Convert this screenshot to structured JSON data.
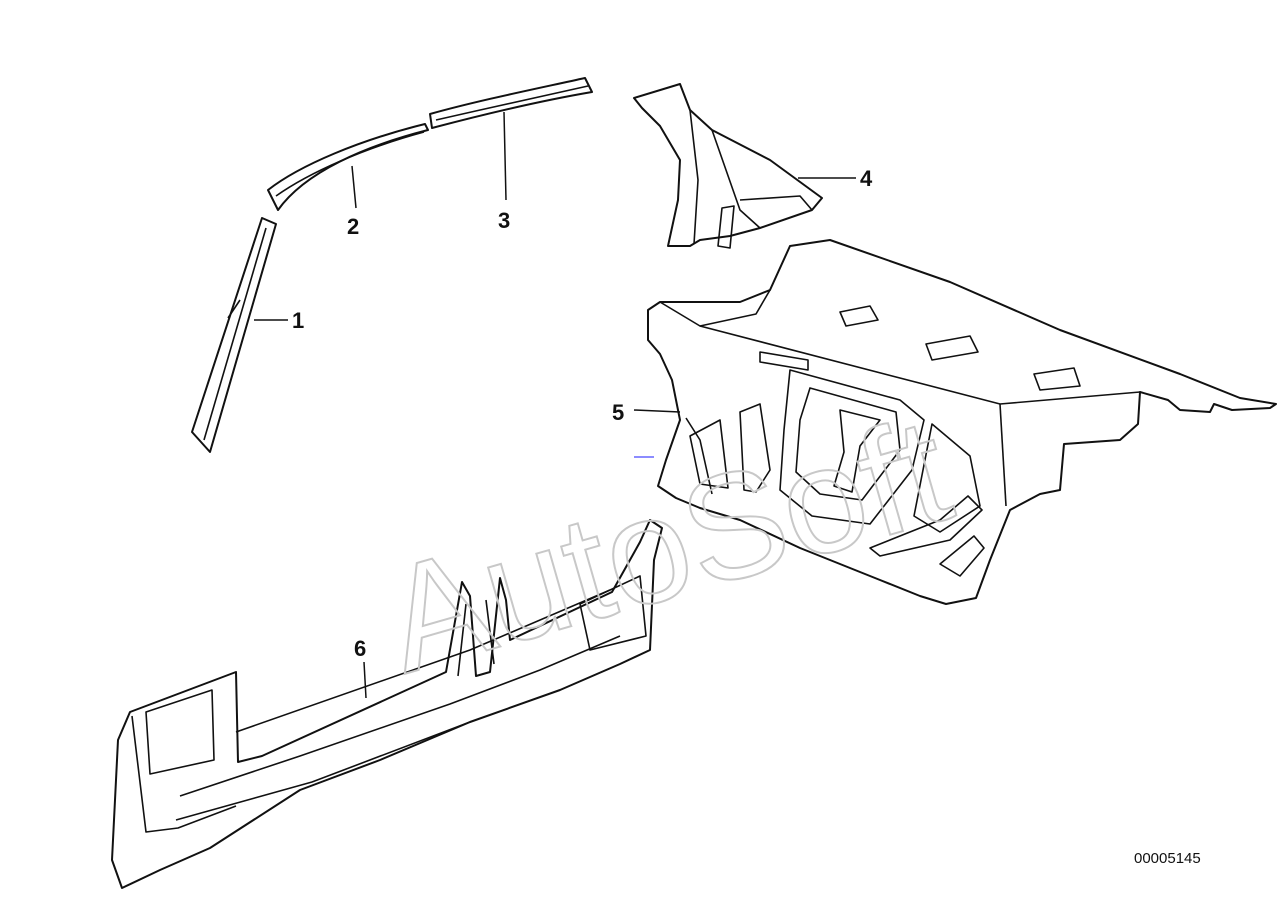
{
  "diagram": {
    "callouts": [
      {
        "id": "1",
        "label": "1"
      },
      {
        "id": "2",
        "label": "2"
      },
      {
        "id": "3",
        "label": "3"
      },
      {
        "id": "4",
        "label": "4"
      },
      {
        "id": "5",
        "label": "5"
      },
      {
        "id": "6",
        "label": "6"
      }
    ],
    "diagram_number": "00005145",
    "watermark": "AutoSoft"
  }
}
